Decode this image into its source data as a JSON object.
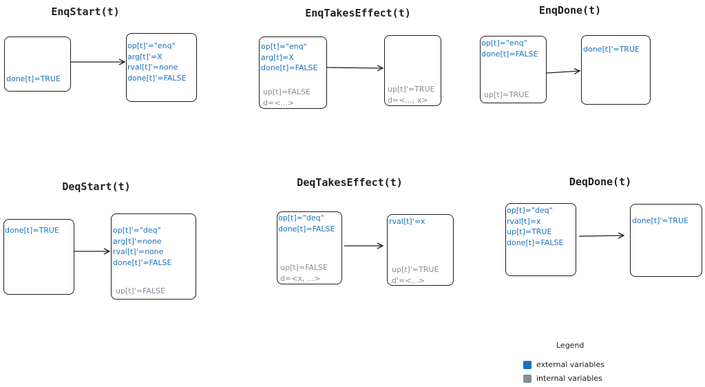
{
  "legend": {
    "title": "Legend",
    "external_label": "external variables",
    "internal_label": "internal variables",
    "external_color": "#1971c2",
    "internal_color": "#868e96"
  },
  "enq_start": {
    "title": "EnqStart(t)",
    "pre_ext": [
      "done[t]=TRUE"
    ],
    "post_ext": [
      "op[t]'=\"enq\"",
      "arg[t]'=X",
      "rval[t]'=none",
      "done[t]'=FALSE"
    ]
  },
  "enq_takes_effect": {
    "title": "EnqTakesEffect(t)",
    "pre_ext": [
      "op[t]=\"enq\"",
      "arg[t]=X",
      "done[t]=FALSE"
    ],
    "pre_int": [
      "up[t]=FALSE",
      "d=<...>"
    ],
    "post_int": [
      "up[t]'=TRUE",
      "d=<..., x>"
    ]
  },
  "enq_done": {
    "title": "EnqDone(t)",
    "pre_ext": [
      "op[t]=\"enq\"",
      "done[t]=FALSE"
    ],
    "pre_int": [
      "up[t]=TRUE"
    ],
    "post_ext": [
      "done[t]'=TRUE"
    ]
  },
  "deq_start": {
    "title": "DeqStart(t)",
    "pre_ext": [
      "done[t]=TRUE"
    ],
    "post_ext": [
      "op[t]'=\"deq\"",
      "arg[t]'=none",
      "rval[t]'=none",
      "done[t]'=FALSE"
    ],
    "post_int": [
      "up[t]'=FALSE"
    ]
  },
  "deq_takes_effect": {
    "title": "DeqTakesEffect(t)",
    "pre_ext": [
      "op[t]=\"deq\"",
      "done[t]=FALSE"
    ],
    "pre_int": [
      "up[t]=FALSE",
      "d=<x, ...>"
    ],
    "post_ext": [
      "rval[t]'=x"
    ],
    "post_int": [
      "up[t]'=TRUE",
      "d'=<...>"
    ]
  },
  "deq_done": {
    "title": "DeqDone(t)",
    "pre_ext": [
      "op[t]=\"deq\"",
      "rval[t]=x",
      "up[t]=TRUE",
      "done[t]=FALSE"
    ],
    "post_ext": [
      "done[t]'=TRUE"
    ]
  }
}
